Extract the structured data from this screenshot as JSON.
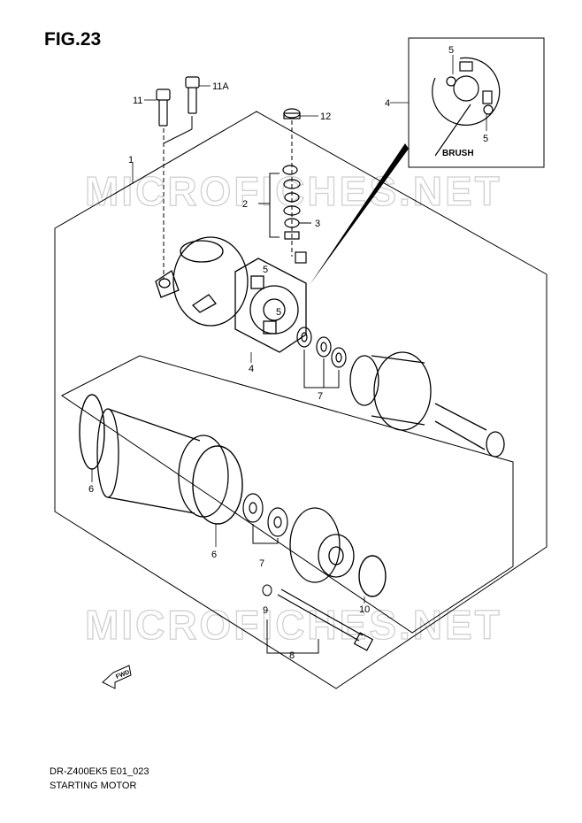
{
  "figure": {
    "title": "FIG.23"
  },
  "watermark": "MICROFICHES.NET",
  "footer": {
    "code": "DR-Z400EK5 E01_023",
    "name": "STARTING MOTOR"
  },
  "inset": {
    "brush_label": "BRUSH"
  },
  "fwd_label": "FWD",
  "callouts": {
    "c1": "1",
    "c2": "2",
    "c3": "3",
    "c4": "4",
    "c4_inset": "4",
    "c5_a": "5",
    "c5_b": "5",
    "c5_inset_top": "5",
    "c5_inset_bottom": "5",
    "c6_left": "6",
    "c6_right": "6",
    "c7_upper": "7",
    "c7_lower": "7",
    "c8": "8",
    "c9": "9",
    "c10": "10",
    "c11": "11",
    "c11a": "11A",
    "c12": "12"
  }
}
